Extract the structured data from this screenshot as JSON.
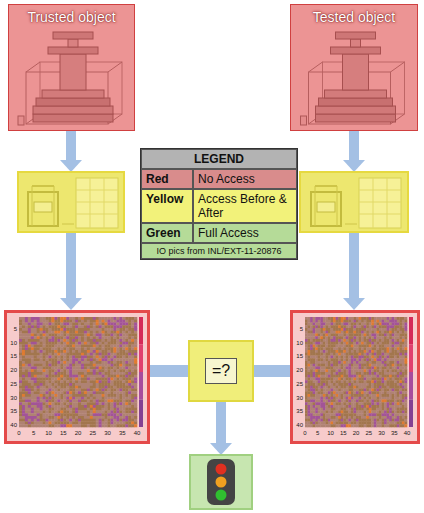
{
  "diagram": {
    "nodes": [
      {
        "text": [
          "Trusted object"
        ]
      },
      {
        "text": [
          "Tested object"
        ]
      },
      {
        "text": [
          "5",
          "10",
          "15",
          "20",
          "25",
          "30",
          "35",
          "40",
          "0",
          "5",
          "10",
          "15",
          "20",
          "25",
          "30",
          "35",
          "40"
        ]
      },
      {
        "text": [
          "=?"
        ]
      },
      {
        "text": [
          "5",
          "10",
          "15",
          "20",
          "25",
          "30",
          "35",
          "40",
          "0",
          "5",
          "10",
          "15",
          "20",
          "25",
          "30",
          "35",
          "40"
        ]
      }
    ],
    "edges": [
      {
        "from": 2,
        "to": 3,
        "arrow": "none"
      },
      {
        "from": 4,
        "to": 3,
        "arrow": "none"
      }
    ],
    "labels": [
      "LEGEND",
      "Red",
      "Yellow",
      "Green",
      "IO pics from INL/EXT-11-20876"
    ],
    "legend": [
      {
        "text": "No Access",
        "color": "#d98c8c"
      },
      {
        "text": "Access Before & After",
        "color": "#f2f27a"
      },
      {
        "text": "Full Access",
        "color": "#b5db98"
      }
    ]
  }
}
